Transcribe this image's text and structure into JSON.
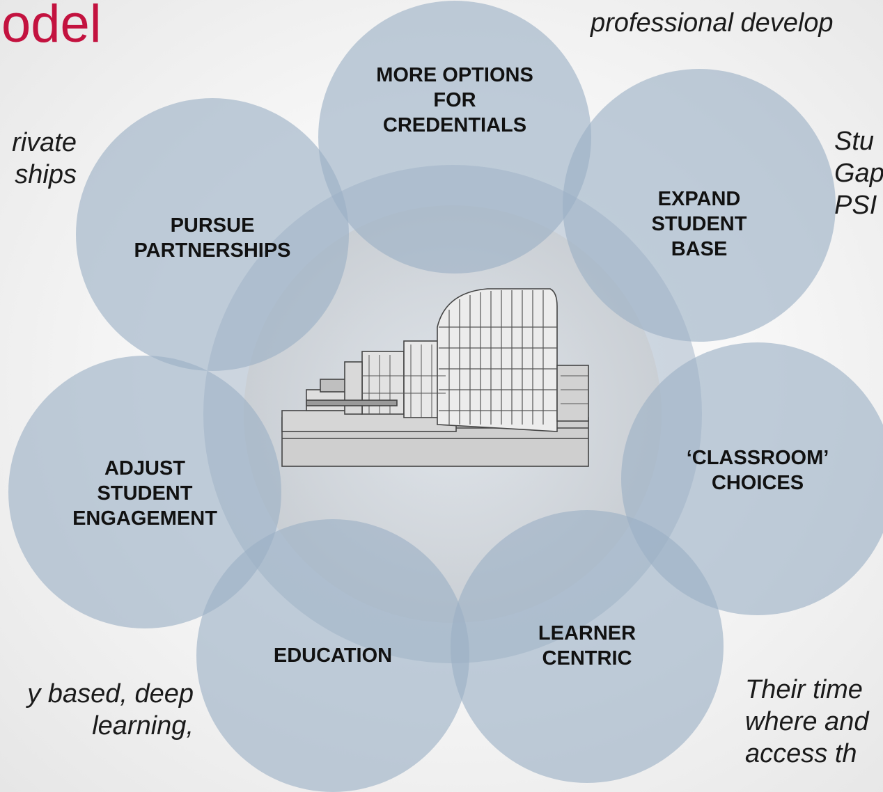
{
  "title": "odel",
  "notes": {
    "top_right": [
      "professional develop"
    ],
    "left_upper": [
      "rivate",
      "ships"
    ],
    "right_upper": [
      "Stu",
      "Gap",
      "PSI"
    ],
    "left_lower": [
      "y based, deep",
      "learning,"
    ],
    "right_lower": [
      "Their time",
      "where and",
      "access th"
    ]
  },
  "circles": {
    "credentials": [
      "MORE OPTIONS",
      "FOR",
      "CREDENTIALS"
    ],
    "partnerships": [
      "PURSUE",
      "PARTNERSHIPS"
    ],
    "student_base": [
      "EXPAND",
      "STUDENT",
      "BASE"
    ],
    "engagement": [
      "ADJUST",
      "STUDENT",
      "ENGAGEMENT"
    ],
    "classroom": [
      "‘CLASSROOM’",
      "CHOICES"
    ],
    "education": [
      "EDUCATION"
    ],
    "learner": [
      "LEARNER",
      "CENTRIC"
    ]
  },
  "colors": {
    "title": "#c3123f",
    "circle_fill": "#9bb0c5",
    "center_fill": "#9aafc4"
  }
}
